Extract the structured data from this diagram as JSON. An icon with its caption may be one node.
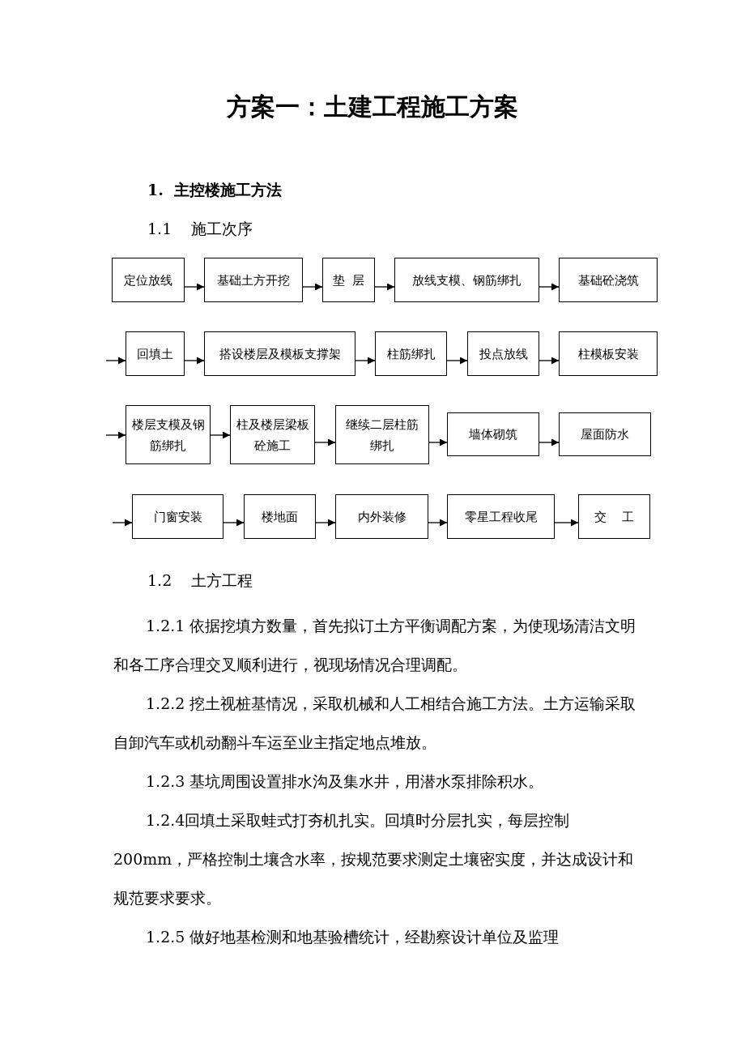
{
  "diagram": {
    "title": "方案一：土建工程施工方案",
    "nodes": [
      {
        "text": [
          "定位放线"
        ]
      },
      {
        "text": [
          "基础土方开挖"
        ]
      },
      {
        "text": [
          "垫  层"
        ]
      },
      {
        "text": [
          "放线支模、钢筋绑扎"
        ]
      },
      {
        "text": [
          "基础砼浇筑"
        ]
      },
      {
        "text": [
          "回填土"
        ]
      },
      {
        "text": [
          "搭设楼层及模板支撑架"
        ]
      },
      {
        "text": [
          "柱筋绑扎"
        ]
      },
      {
        "text": [
          "投点放线"
        ]
      },
      {
        "text": [
          "柱模板安装"
        ]
      },
      {
        "text": [
          "楼层支模及钢筋绑扎"
        ]
      },
      {
        "text": [
          "柱及楼层梁板砼施工"
        ]
      },
      {
        "text": [
          "继续二层柱筋绑扎"
        ]
      },
      {
        "text": [
          "墙体砌筑"
        ]
      },
      {
        "text": [
          "屋面防水"
        ]
      },
      {
        "text": [
          "门窗安装"
        ]
      },
      {
        "text": [
          "楼地面"
        ]
      },
      {
        "text": [
          "内外装修"
        ]
      },
      {
        "text": [
          "零星工程收尾"
        ]
      },
      {
        "text": [
          "交    工"
        ]
      }
    ],
    "edges": [
      {
        "from": 0,
        "to": 1,
        "arrow": "to"
      },
      {
        "from": 1,
        "to": 2,
        "arrow": "to"
      },
      {
        "from": 2,
        "to": 3,
        "arrow": "to"
      },
      {
        "from": 3,
        "to": 4,
        "arrow": "to"
      },
      {
        "from": null,
        "to": 5,
        "arrow": "to"
      },
      {
        "from": 5,
        "to": 6,
        "arrow": "to"
      },
      {
        "from": 6,
        "to": 7,
        "arrow": "to"
      },
      {
        "from": 7,
        "to": 8,
        "arrow": "to"
      },
      {
        "from": 8,
        "to": 9,
        "arrow": "to"
      },
      {
        "from": null,
        "to": 10,
        "arrow": "to"
      },
      {
        "from": 10,
        "to": 11,
        "arrow": "to"
      },
      {
        "from": 11,
        "to": 12,
        "arrow": "to"
      },
      {
        "from": 12,
        "to": 13,
        "arrow": "to"
      },
      {
        "from": 13,
        "to": 14,
        "arrow": "to"
      },
      {
        "from": null,
        "to": 15,
        "arrow": "to"
      },
      {
        "from": 15,
        "to": 16,
        "arrow": "to"
      },
      {
        "from": 16,
        "to": 17,
        "arrow": "to"
      },
      {
        "from": 17,
        "to": 18,
        "arrow": "to"
      },
      {
        "from": 18,
        "to": 19,
        "arrow": "to"
      }
    ],
    "labels": [
      "1.  主控楼施工方法",
      "1.1    施工次序",
      "1.2    土方工程",
      "1.2.1 依据挖填方数量，首先拟订土方平衡调配方案，为使现场清洁文明和各工序合理交叉顺利进行，视现场情况合理调配。",
      "1.2.2 挖土视桩基情况，采取机械和人工相结合施工方法。土方运输采取自卸汽车或机动翻斗车运至业主指定地点堆放。",
      "1.2.3 基坑周围设置排水沟及集水井，用潜水泵排除积水。",
      "1.2.4回填土采取蛙式打夯机扎实。回填时分层扎实，每层控制200mm，严格控制土壤含水率，按规范要求测定土壤密实度，并达成设计和规范要求要求。",
      "1.2.5 做好地基检测和地基验槽统计，经勘察设计单位及监理"
    ]
  }
}
